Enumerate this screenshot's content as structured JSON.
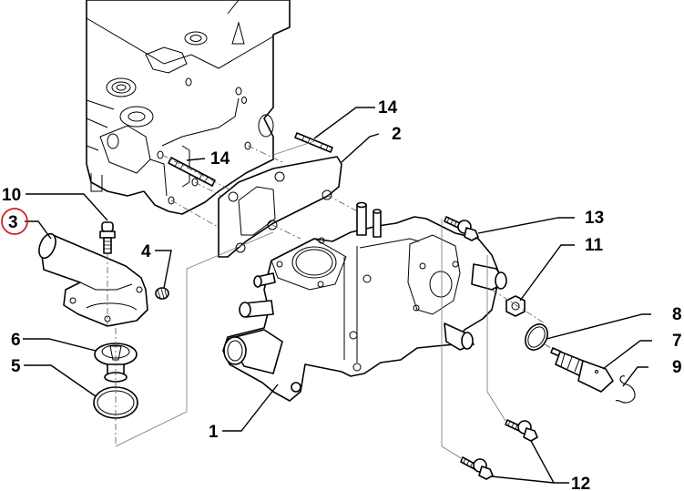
{
  "diagram": {
    "title": "Thermostat housing assembly — exploded view",
    "highlight_color": "#d0202a",
    "line_color": "#000000",
    "background": "#ffffff",
    "highlighted_callout": "3",
    "callouts": [
      {
        "id": "c1",
        "label": "1",
        "part": "thermostat-housing"
      },
      {
        "id": "c2",
        "label": "2",
        "part": "housing-gasket"
      },
      {
        "id": "c3",
        "label": "3",
        "part": "water-outlet-elbow",
        "highlighted": true
      },
      {
        "id": "c4",
        "label": "4",
        "part": "plug-nut"
      },
      {
        "id": "c5",
        "label": "5",
        "part": "thermostat-seal-ring"
      },
      {
        "id": "c6",
        "label": "6",
        "part": "thermostat"
      },
      {
        "id": "c7",
        "label": "7",
        "part": "temperature-sensor"
      },
      {
        "id": "c8",
        "label": "8",
        "part": "sensor-o-ring"
      },
      {
        "id": "c9",
        "label": "9",
        "part": "retaining-clip"
      },
      {
        "id": "c10",
        "label": "10",
        "part": "flange-bolt"
      },
      {
        "id": "c11",
        "label": "11",
        "part": "flange-nut"
      },
      {
        "id": "c12",
        "label": "12",
        "part": "housing-bolts"
      },
      {
        "id": "c13",
        "label": "13",
        "part": "upper-housing-bolt"
      },
      {
        "id": "c14a",
        "label": "14",
        "part": "stud-upper"
      },
      {
        "id": "c14b",
        "label": "14",
        "part": "stud-lower"
      }
    ]
  }
}
